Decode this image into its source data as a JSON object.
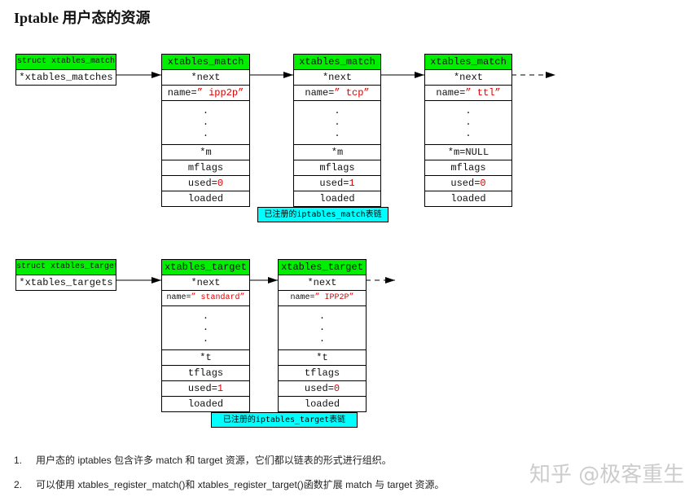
{
  "title": "Iptable 用户态的资源",
  "match_list": {
    "head": {
      "header": "struct xtables_match",
      "field": "*xtables_matches"
    },
    "nodes": [
      {
        "header": "xtables_match",
        "next": "*next",
        "name_prefix": "name=",
        "name": "” ipp2p”",
        "dots": ".\n.\n.",
        "ptr": "*m",
        "flags": "mflags",
        "used_prefix": "used=",
        "used": "0",
        "loaded": "loaded"
      },
      {
        "header": "xtables_match",
        "next": "*next",
        "name_prefix": "name=",
        "name": "” tcp”",
        "dots": ".\n.\n.",
        "ptr": "*m",
        "flags": "mflags",
        "used_prefix": "used=",
        "used": "1",
        "loaded": "loaded"
      },
      {
        "header": "xtables_match",
        "next": "*next",
        "name_prefix": "name=",
        "name": "” ttl”",
        "dots": ".\n.\n.",
        "ptr": "*m=NULL",
        "flags": "mflags",
        "used_prefix": "used=",
        "used": "0",
        "loaded": "loaded"
      }
    ],
    "caption": "已注册的iptables_match表链"
  },
  "target_list": {
    "head": {
      "header": "struct xtables_target",
      "field": "*xtables_targets"
    },
    "nodes": [
      {
        "header": "xtables_target",
        "next": "*next",
        "name_prefix": "name=",
        "name": "” standard”",
        "dots": ".\n.\n.",
        "ptr": "*t",
        "flags": "tflags",
        "used_prefix": "used=",
        "used": "1",
        "loaded": "loaded"
      },
      {
        "header": "xtables_target",
        "next": "*next",
        "name_prefix": "name=",
        "name": "” IPP2P”",
        "dots": ".\n.\n.",
        "ptr": "*t",
        "flags": "tflags",
        "used_prefix": "used=",
        "used": "0",
        "loaded": "loaded"
      }
    ],
    "caption": "已注册的iptables_target表链"
  },
  "notes": [
    {
      "num": "1.",
      "text": "用户态的 iptables 包含许多 match 和 target 资源，它们都以链表的形式进行组织。"
    },
    {
      "num": "2.",
      "text": "可以使用 xtables_register_match()和 xtables_register_target()函数扩展 match 与 target 资源。"
    }
  ],
  "watermark": "知乎 @极客重生",
  "colors": {
    "header": "#00ee00",
    "caption": "#00ffff",
    "value": "#dd0000"
  }
}
